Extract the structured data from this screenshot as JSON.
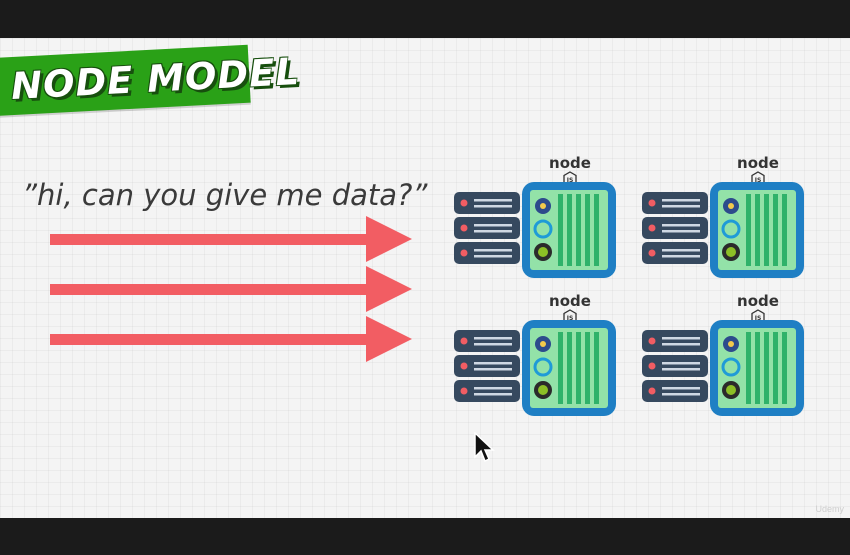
{
  "slide": {
    "title": "NODE MODEL",
    "quote": "”hi, can you give me data?”",
    "watermark": "Udemy"
  },
  "server_logo": {
    "text": "node",
    "badge": "JS"
  },
  "colors": {
    "banner_green": "#2aa117",
    "arrow_red": "#f25d63",
    "server_dark": "#36495f",
    "panel_blue": "#1f7fc4",
    "panel_green": "#93e2a8"
  },
  "icons": {
    "arrows": "request-arrow-icon",
    "servers": "server-rack-icon",
    "cursor": "mouse-pointer-icon"
  }
}
